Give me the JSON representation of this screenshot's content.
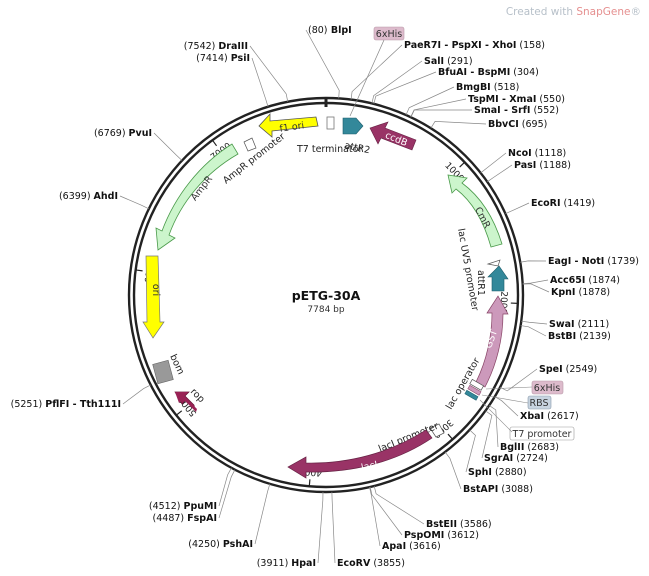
{
  "watermark": {
    "prefix": "Created with ",
    "brand": "SnapGene",
    "suffix": "®"
  },
  "plasmid": {
    "name": "pETG-30A",
    "length_label": "7784 bp",
    "length": 7784
  },
  "colors": {
    "backbone": "#222222",
    "cmr": "#ccf5cc",
    "ori": "#ffff00",
    "rop": "#992255",
    "laci": "#993366",
    "ccdb": "#993366",
    "gst": "#cc99bb",
    "att": "#33889a",
    "bom": "#999999",
    "tag_fill": "#ddbbcc",
    "rbs_fill": "#c8d4e0"
  },
  "ruler_ticks": [
    {
      "bp": 1000,
      "label": "1000"
    },
    {
      "bp": 2000,
      "label": "2000"
    },
    {
      "bp": 3000,
      "label": "3000"
    },
    {
      "bp": 4000,
      "label": "4000"
    },
    {
      "bp": 5000,
      "label": "5000"
    },
    {
      "bp": 6000,
      "label": "6000"
    },
    {
      "bp": 7000,
      "label": "7000"
    }
  ],
  "sites_right": [
    {
      "bp": 80,
      "name": "BlpI",
      "pos": "(80)",
      "name_first": false
    },
    {
      "bp": 158,
      "name": "PaeR7I - PspXI - XhoI",
      "pos": "(158)",
      "name_first": true
    },
    {
      "bp": 291,
      "name": "SalI",
      "pos": "(291)",
      "name_first": true
    },
    {
      "bp": 304,
      "name": "BfuAI - BspMI",
      "pos": "(304)",
      "name_first": true
    },
    {
      "bp": 518,
      "name": "BmgBI",
      "pos": "(518)",
      "name_first": true
    },
    {
      "bp": 550,
      "name": "TspMI - XmaI",
      "pos": "(550)",
      "name_first": true
    },
    {
      "bp": 552,
      "name": "SmaI - SrfI",
      "pos": "(552)",
      "name_first": true
    },
    {
      "bp": 695,
      "name": "BbvCI",
      "pos": "(695)",
      "name_first": true
    },
    {
      "bp": 1118,
      "name": "NcoI",
      "pos": "(1118)",
      "name_first": true
    },
    {
      "bp": 1188,
      "name": "PasI",
      "pos": "(1188)",
      "name_first": true
    },
    {
      "bp": 1419,
      "name": "EcoRI",
      "pos": "(1419)",
      "name_first": true
    },
    {
      "bp": 1739,
      "name": "EagI - NotI",
      "pos": "(1739)",
      "name_first": true
    },
    {
      "bp": 1874,
      "name": "Acc65I",
      "pos": "(1874)",
      "name_first": true
    },
    {
      "bp": 1878,
      "name": "KpnI",
      "pos": "(1878)",
      "name_first": true
    },
    {
      "bp": 2111,
      "name": "SwaI",
      "pos": "(2111)",
      "name_first": true
    },
    {
      "bp": 2139,
      "name": "BstBI",
      "pos": "(2139)",
      "name_first": true
    },
    {
      "bp": 2549,
      "name": "SpeI",
      "pos": "(2549)",
      "name_first": true
    },
    {
      "bp": 2617,
      "name": "XbaI",
      "pos": "(2617)",
      "name_first": true
    },
    {
      "bp": 2683,
      "name": "BglII",
      "pos": "(2683)",
      "name_first": true
    },
    {
      "bp": 2724,
      "name": "SgrAI",
      "pos": "(2724)",
      "name_first": true
    },
    {
      "bp": 2880,
      "name": "SphI",
      "pos": "(2880)",
      "name_first": true
    },
    {
      "bp": 3088,
      "name": "BstAPI",
      "pos": "(3088)",
      "name_first": true
    },
    {
      "bp": 3586,
      "name": "BstEII",
      "pos": "(3586)",
      "name_first": true
    },
    {
      "bp": 3612,
      "name": "PspOMI",
      "pos": "(3612)",
      "name_first": true
    },
    {
      "bp": 3616,
      "name": "ApaI",
      "pos": "(3616)",
      "name_first": true
    },
    {
      "bp": 3855,
      "name": "EcoRV",
      "pos": "(3855)",
      "name_first": true
    }
  ],
  "sites_left": [
    {
      "bp": 3911,
      "name": "HpaI",
      "pos": "(3911)"
    },
    {
      "bp": 4250,
      "name": "PshAI",
      "pos": "(4250)"
    },
    {
      "bp": 4487,
      "name": "FspAI",
      "pos": "(4487)"
    },
    {
      "bp": 4512,
      "name": "PpuMI",
      "pos": "(4512)"
    },
    {
      "bp": 5251,
      "name": "PflFI - Tth111I",
      "pos": "(5251)"
    },
    {
      "bp": 6399,
      "name": "AhdI",
      "pos": "(6399)"
    },
    {
      "bp": 6769,
      "name": "PvuI",
      "pos": "(6769)"
    },
    {
      "bp": 7414,
      "name": "PsiI",
      "pos": "(7414)"
    },
    {
      "bp": 7542,
      "name": "DraIII",
      "pos": "(7542)"
    }
  ],
  "features": {
    "six_his_top": "6xHis",
    "t7_terminator": "T7 terminator",
    "attr2": "attR2",
    "ccdb": "ccdB",
    "cmr": "CmR",
    "lacuv5": "lac UV5 promoter",
    "attr1": "attR1",
    "gst": "GST",
    "lac_operator": "lac operator",
    "six_his_bottom": "6xHis",
    "rbs": "RBS",
    "t7_promoter": "T7 promoter",
    "laci_promoter": "lacI promoter",
    "laci": "lacI",
    "rop": "rop",
    "bom": "bom",
    "ori_left": "ori",
    "ampr": "AmpR",
    "ampr_promoter": "AmpR promoter",
    "f1_ori": "f1 ori"
  }
}
